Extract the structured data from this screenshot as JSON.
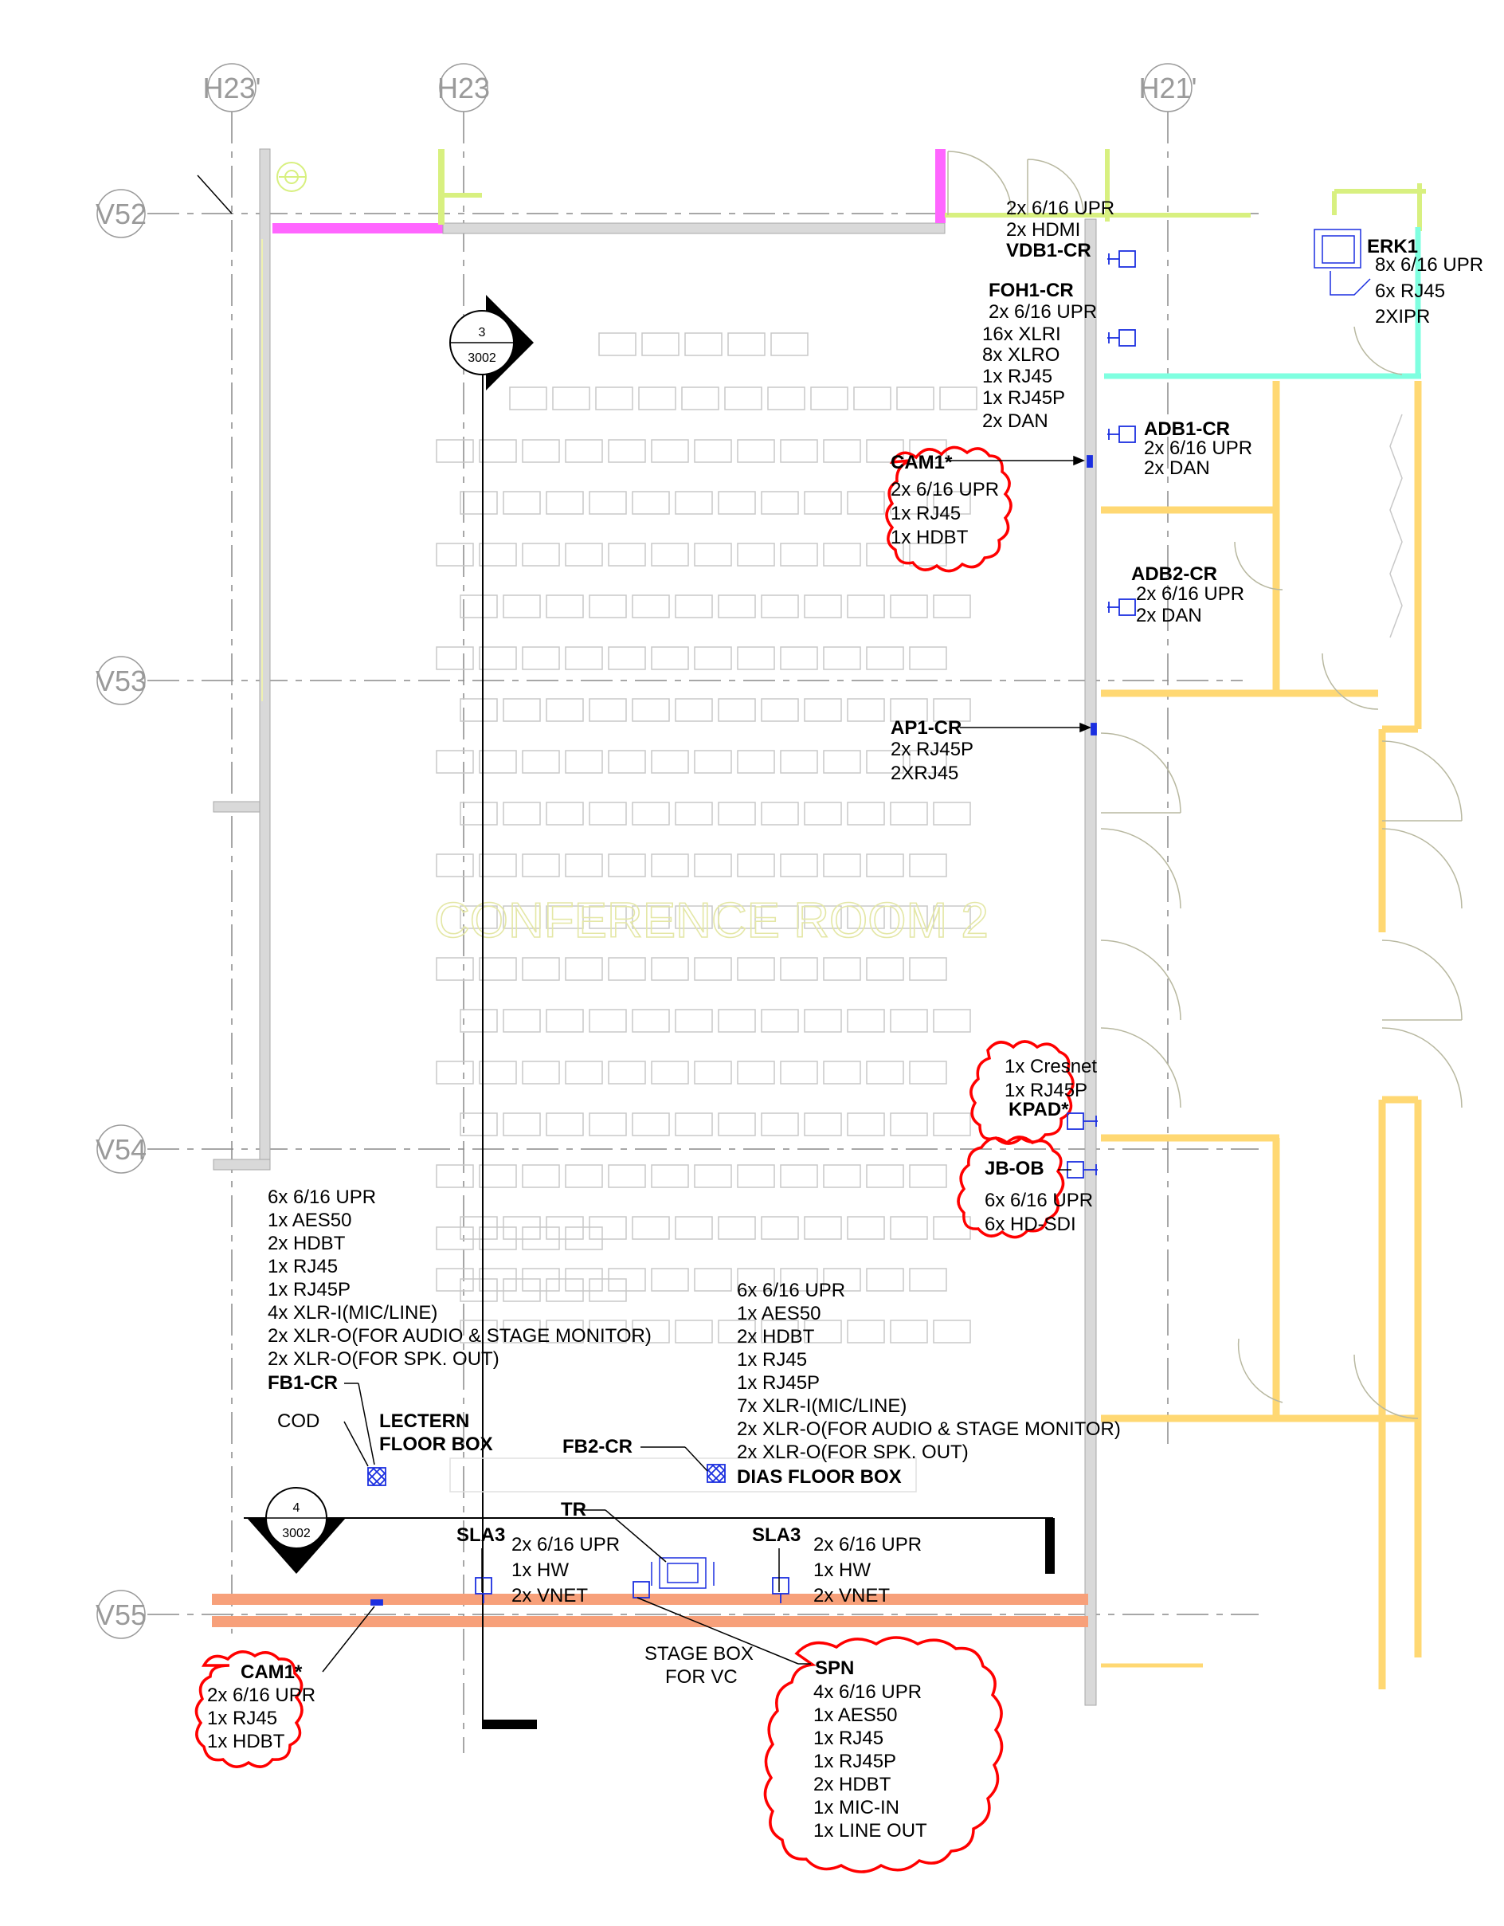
{
  "grid": {
    "columns": [
      "H23'",
      "H23",
      "H21'"
    ],
    "rows": [
      "V52",
      "V53",
      "V54",
      "V55"
    ]
  },
  "room_name": "CONFERENCE ROOM 2",
  "section_markers": [
    {
      "top": "3",
      "bottom": "3002"
    },
    {
      "top": "4",
      "bottom": "3002"
    }
  ],
  "colors": {
    "wall_grey": "#d9d9d9",
    "wall_magenta": "#ff66ff",
    "wall_lime": "#d8f080",
    "wall_cyan": "#7fffe0",
    "wall_yellow": "#ffd873",
    "beam_salmon": "#f7a07a",
    "device_blue": "#1b2fe0",
    "cloud_red": "#ff0000",
    "chair_outline": "#c8c8c8"
  },
  "labels": {
    "vdb1": {
      "lines": [
        "2x 6/16 UPR",
        "2x HDMI"
      ],
      "title": "VDB1-CR"
    },
    "foh1": {
      "title": "FOH1-CR",
      "lines": [
        "2x 6/16 UPR",
        "16x XLRI",
        "8x XLRO",
        "1x RJ45",
        "1x RJ45P",
        "2x DAN"
      ]
    },
    "erk1": {
      "title": "ERK1",
      "lines": [
        "8x 6/16 UPR",
        "6x RJ45",
        "2XIPR"
      ]
    },
    "adb1": {
      "title": "ADB1-CR",
      "lines": [
        "2x 6/16 UPR",
        "2x DAN"
      ]
    },
    "cam1_top": {
      "title": "CAM1*",
      "lines": [
        "2x 6/16 UPR",
        "1x RJ45",
        "1x HDBT"
      ]
    },
    "adb2": {
      "title": "ADB2-CR",
      "lines": [
        "2x 6/16 UPR",
        "2x DAN"
      ]
    },
    "ap1": {
      "title": "AP1-CR",
      "lines": [
        "2x RJ45P",
        "2XRJ45"
      ]
    },
    "kpad": {
      "lines": [
        "1x Cresnet",
        "1x RJ45P"
      ],
      "title": "KPAD*"
    },
    "jbob": {
      "title": "JB-OB",
      "lines": [
        "6x 6/16 UPR",
        "6x HD-SDI"
      ]
    },
    "fb1": {
      "lines": [
        "6x 6/16 UPR",
        "1x AES50",
        "2x HDBT",
        "1x RJ45",
        "1x RJ45P",
        "4x XLR-I(MIC/LINE)",
        "2x XLR-O(FOR AUDIO & STAGE MONITOR)",
        "2x XLR-O(FOR SPK. OUT)"
      ],
      "title": "FB1-CR"
    },
    "fb2": {
      "lines": [
        "6x 6/16 UPR",
        "1x AES50",
        "2x HDBT",
        "1x RJ45",
        "1x RJ45P",
        "7x XLR-I(MIC/LINE)",
        "2x XLR-O(FOR AUDIO & STAGE MONITOR)",
        "2x XLR-O(FOR SPK. OUT)"
      ],
      "title": "FB2-CR",
      "box": "DIAS FLOOR BOX"
    },
    "cod": "COD",
    "lectern": [
      "LECTERN",
      "FLOOR BOX"
    ],
    "tr": "TR",
    "sla3_left": {
      "title": "SLA3",
      "lines": [
        "2x 6/16 UPR",
        "1x HW",
        "2x VNET"
      ]
    },
    "sla3_right": {
      "title": "SLA3",
      "lines": [
        "2x 6/16 UPR",
        "1x HW",
        "2x VNET"
      ]
    },
    "stage_box": [
      "STAGE BOX",
      "FOR VC"
    ],
    "spn": {
      "title": "SPN",
      "lines": [
        "4x 6/16 UPR",
        "1x AES50",
        "1x RJ45",
        "1x RJ45P",
        "2x HDBT",
        "1x MIC-IN",
        "1x LINE OUT"
      ]
    },
    "cam1_bottom": {
      "title": "CAM1*",
      "lines": [
        "2x 6/16 UPR",
        "1x RJ45",
        "1x HDBT"
      ]
    }
  }
}
